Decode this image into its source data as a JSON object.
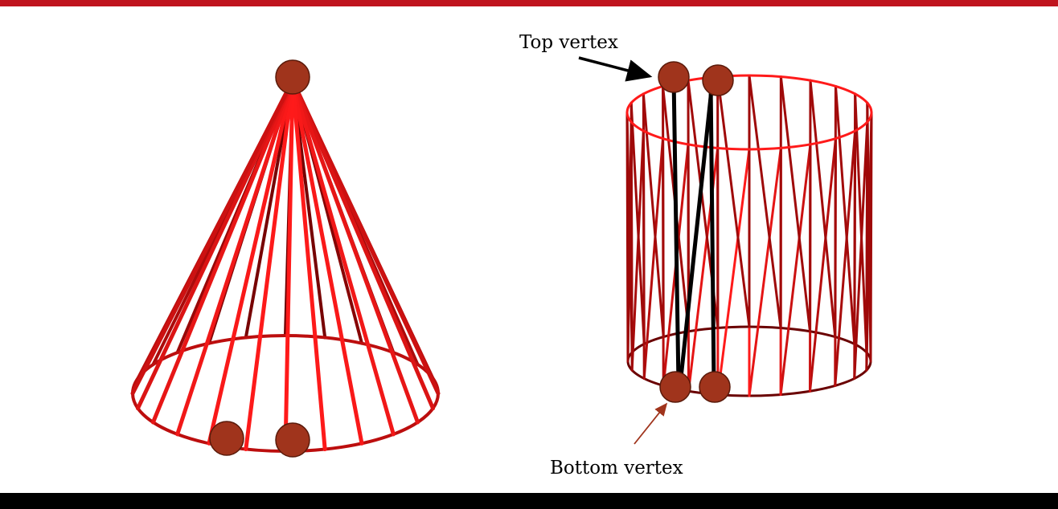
{
  "colors": {
    "top_bar": "#c0141e",
    "bottom_bar": "#000000",
    "wire_bright": "#ff1a1a",
    "wire_dark": "#6a0000",
    "vertex_fill": "#a0341c",
    "vertex_stroke": "#5a1a0a",
    "highlight_edge": "#000000",
    "top_arrow": "#000000",
    "bottom_arrow": "#a0341c"
  },
  "labels": {
    "top_vertex": "Top vertex",
    "bottom_vertex": "Bottom vertex"
  },
  "cone": {
    "segments": 24
  },
  "cylinder": {
    "segments": 24
  }
}
